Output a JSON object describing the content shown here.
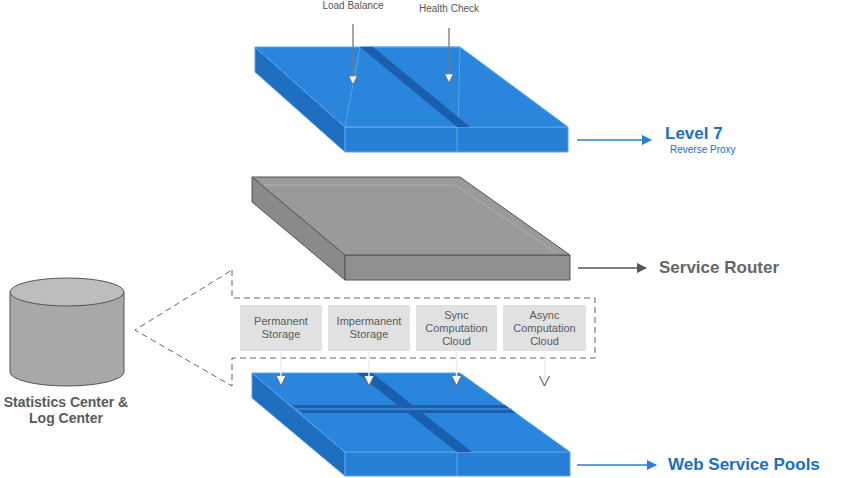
{
  "diagram": {
    "nodes": [
      {
        "text": [
          "Level 7",
          "Reverse Proxy"
        ]
      },
      {
        "text": [
          "Service Router"
        ]
      },
      {
        "text": [
          "Permanent Storage"
        ]
      },
      {
        "text": [
          "Impermanent Storage"
        ]
      },
      {
        "text": [
          "Sync Computation Cloud"
        ]
      },
      {
        "text": [
          "Async Computation Cloud"
        ]
      },
      {
        "text": [
          "Statistics Center & Log Center"
        ]
      },
      {
        "text": [
          "Web Service Pools"
        ]
      }
    ],
    "edges": [
      {
        "from": 2,
        "to": 7,
        "arrow": "to"
      },
      {
        "from": 3,
        "to": 7,
        "arrow": "to"
      },
      {
        "from": 4,
        "to": 7,
        "arrow": "to"
      },
      {
        "from": 5,
        "to": 7,
        "arrow": "to"
      }
    ],
    "labels": [
      "Load Balance",
      "Health Check"
    ]
  }
}
